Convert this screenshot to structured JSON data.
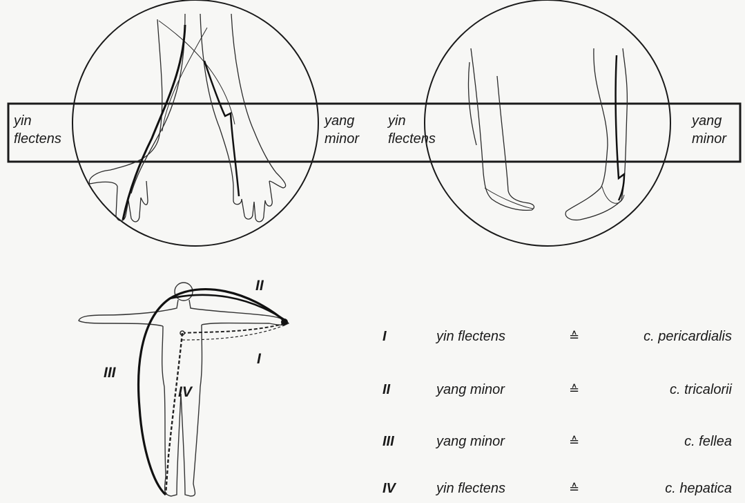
{
  "band_labels": {
    "arms_left": [
      "yin",
      "flectens"
    ],
    "arms_right": [
      "yang",
      "minor"
    ],
    "legs_left": [
      "yin",
      "flectens"
    ],
    "legs_right": [
      "yang",
      "minor"
    ]
  },
  "figure_labels": [
    "I",
    "II",
    "III",
    "IV"
  ],
  "legend": [
    {
      "num": "I",
      "name": "yin flectens",
      "symbol": "≙",
      "channel": "c. pericardialis"
    },
    {
      "num": "II",
      "name": "yang minor",
      "symbol": "≙",
      "channel": "c. tricalorii"
    },
    {
      "num": "III",
      "name": "yang minor",
      "symbol": "≙",
      "channel": "c. fellea"
    },
    {
      "num": "IV",
      "name": "yin flectens",
      "symbol": "≙",
      "channel": "c. hepatica"
    }
  ],
  "colors": {
    "ink": "#1a1a1a",
    "paper": "#f7f7f5"
  }
}
